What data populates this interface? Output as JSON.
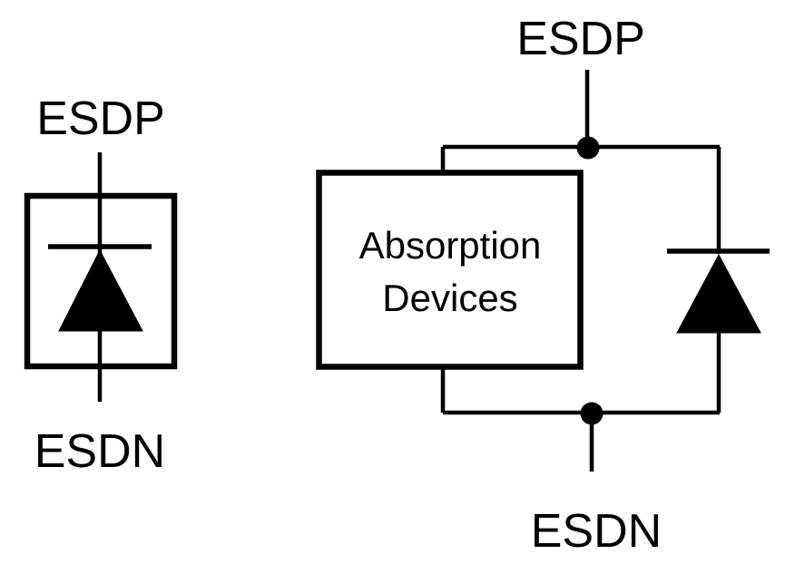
{
  "colors": {
    "ink": "#000000",
    "background": "#ffffff"
  },
  "left_diagram": {
    "name": "esd-protection-cell-symbol",
    "top_label": "ESDP",
    "bottom_label": "ESDN"
  },
  "right_diagram": {
    "name": "esd-protection-circuit",
    "top_label": "ESDP",
    "bottom_label": "ESDN",
    "box_label_line1": "Absorption",
    "box_label_line2": "Devices"
  }
}
